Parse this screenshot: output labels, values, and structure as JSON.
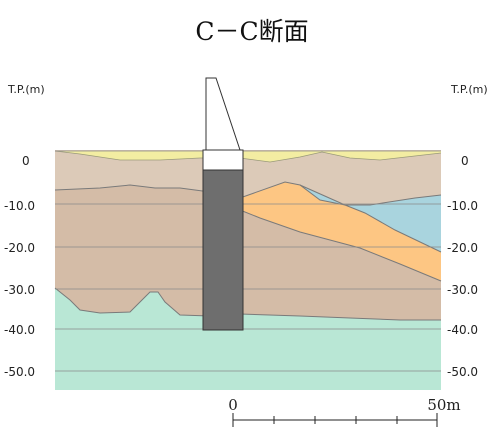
{
  "title": "C－C断面",
  "unit_left": "T.P.(m)",
  "unit_right": "T.P.(m)",
  "elevation_ticks": [
    "0",
    "-10.0",
    "-20.0",
    "-30.0",
    "-40.0",
    "-50.0"
  ],
  "scale_bar": {
    "start_label": "0",
    "end_label": "50m"
  },
  "colors": {
    "fill_top": "#f3eda2",
    "upper_clay": "#dccab8",
    "middle_layer": "#d4bca7",
    "orange_layer": "#fdc683",
    "blue_layer": "#a9d4de",
    "base_layer": "#b9e7d5",
    "pile": "#6e6e6e"
  }
}
